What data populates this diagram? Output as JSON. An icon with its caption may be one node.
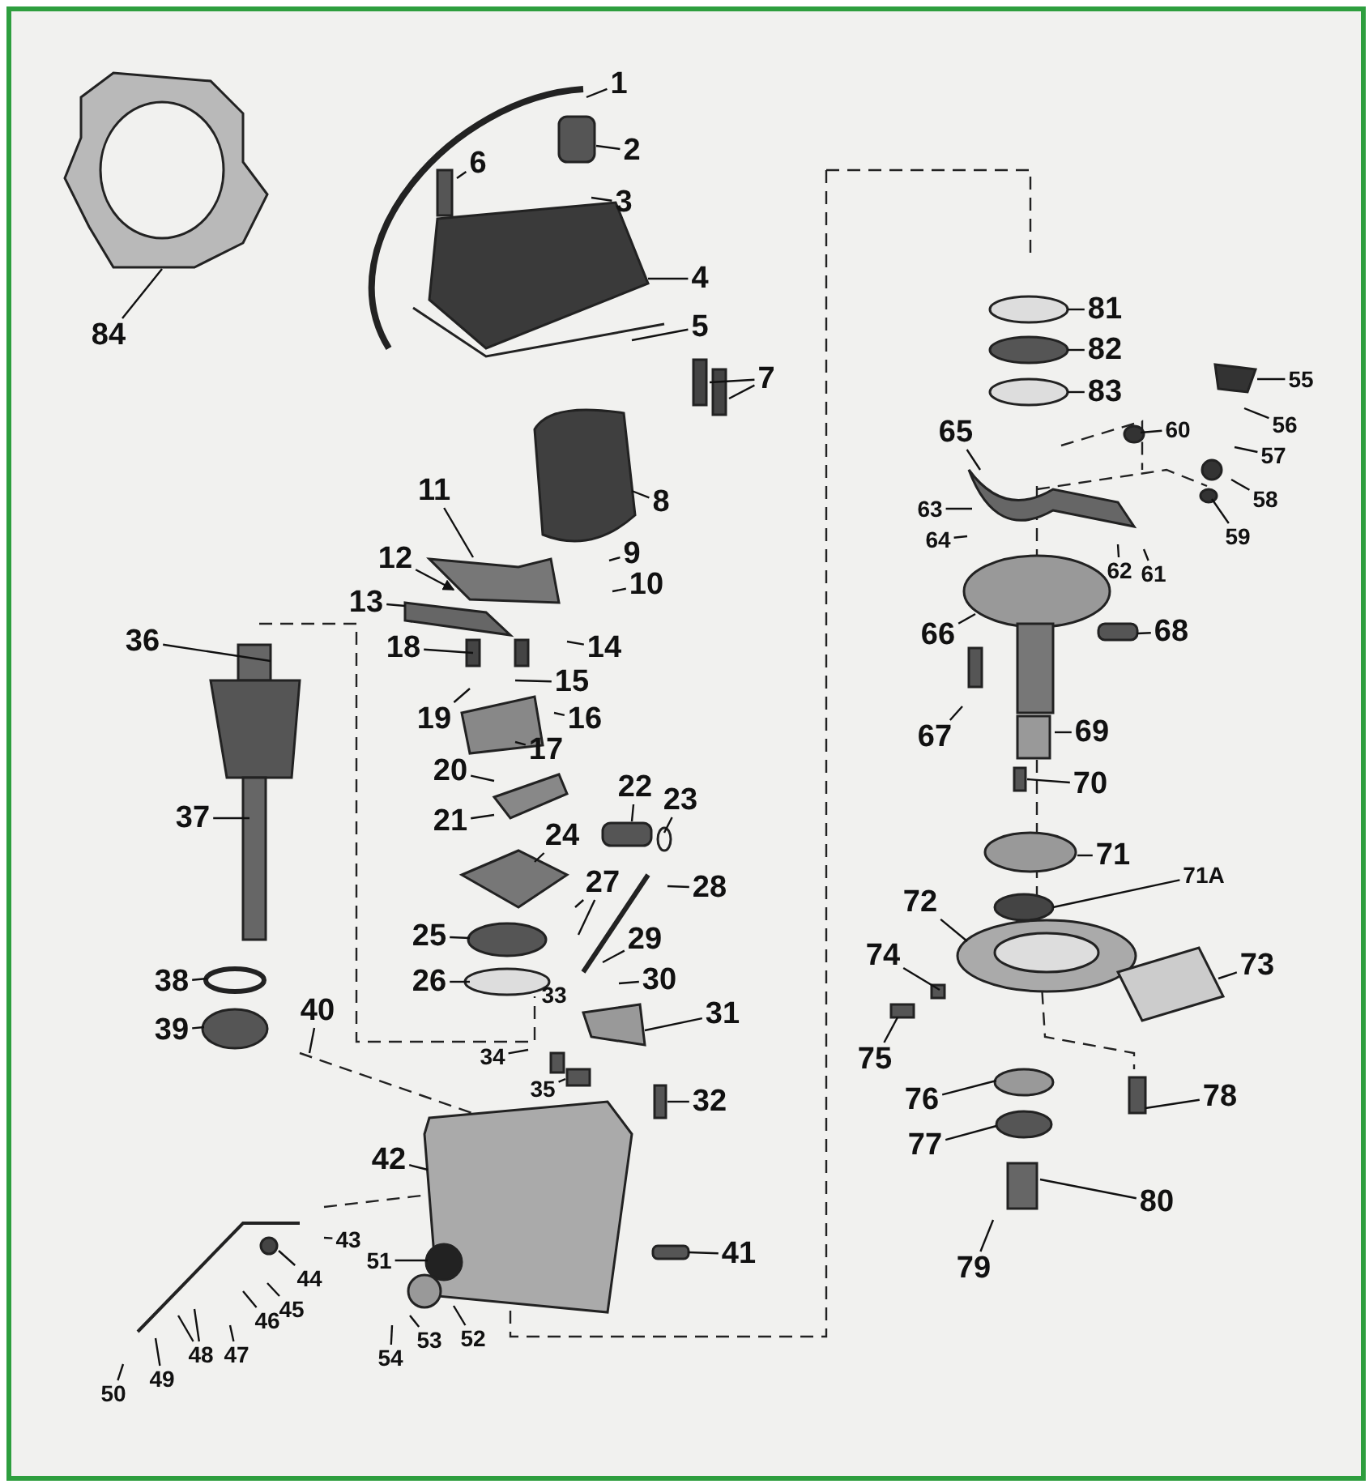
{
  "diagram": {
    "nodes": [
      {
        "text": [
          "1"
        ]
      },
      {
        "text": [
          "2"
        ]
      },
      {
        "text": [
          "3"
        ]
      },
      {
        "text": [
          "4"
        ]
      },
      {
        "text": [
          "5"
        ]
      },
      {
        "text": [
          "6"
        ]
      },
      {
        "text": [
          "7"
        ]
      },
      {
        "text": [
          "8"
        ]
      },
      {
        "text": [
          "9"
        ]
      },
      {
        "text": [
          "10"
        ]
      },
      {
        "text": [
          "11"
        ]
      },
      {
        "text": [
          "12"
        ]
      },
      {
        "text": [
          "13"
        ]
      },
      {
        "text": [
          "14"
        ]
      },
      {
        "text": [
          "15"
        ]
      },
      {
        "text": [
          "16"
        ]
      },
      {
        "text": [
          "17"
        ]
      },
      {
        "text": [
          "18"
        ]
      },
      {
        "text": [
          "19"
        ]
      },
      {
        "text": [
          "20"
        ]
      },
      {
        "text": [
          "21"
        ]
      },
      {
        "text": [
          "22"
        ]
      },
      {
        "text": [
          "23"
        ]
      },
      {
        "text": [
          "24"
        ]
      },
      {
        "text": [
          "25"
        ]
      },
      {
        "text": [
          "26"
        ]
      },
      {
        "text": [
          "27"
        ]
      },
      {
        "text": [
          "28"
        ]
      },
      {
        "text": [
          "29"
        ]
      },
      {
        "text": [
          "30"
        ]
      },
      {
        "text": [
          "31"
        ]
      },
      {
        "text": [
          "32"
        ]
      },
      {
        "text": [
          "34"
        ]
      },
      {
        "text": [
          "35"
        ]
      },
      {
        "text": [
          "36"
        ]
      },
      {
        "text": [
          "37"
        ]
      },
      {
        "text": [
          "38"
        ]
      },
      {
        "text": [
          "39"
        ]
      },
      {
        "text": [
          "40"
        ]
      },
      {
        "text": [
          "41"
        ]
      },
      {
        "text": [
          "42"
        ]
      },
      {
        "text": [
          "43"
        ]
      },
      {
        "text": [
          "44"
        ]
      },
      {
        "text": [
          "45"
        ]
      },
      {
        "text": [
          "46"
        ]
      },
      {
        "text": [
          "47"
        ]
      },
      {
        "text": [
          "48"
        ]
      },
      {
        "text": [
          "49"
        ]
      },
      {
        "text": [
          "50"
        ]
      },
      {
        "text": [
          "51"
        ]
      },
      {
        "text": [
          "52"
        ]
      },
      {
        "text": [
          "53"
        ]
      },
      {
        "text": [
          "54"
        ]
      },
      {
        "text": [
          "55"
        ]
      },
      {
        "text": [
          "56"
        ]
      },
      {
        "text": [
          "57"
        ]
      },
      {
        "text": [
          "58"
        ]
      },
      {
        "text": [
          "59"
        ]
      },
      {
        "text": [
          "60"
        ]
      },
      {
        "text": [
          "61"
        ]
      },
      {
        "text": [
          "62"
        ]
      },
      {
        "text": [
          "63"
        ]
      },
      {
        "text": [
          "64"
        ]
      },
      {
        "text": [
          "65"
        ]
      },
      {
        "text": [
          "66"
        ]
      },
      {
        "text": [
          "67"
        ]
      },
      {
        "text": [
          "68"
        ]
      },
      {
        "text": [
          "69"
        ]
      },
      {
        "text": [
          "70"
        ]
      },
      {
        "text": [
          "71"
        ]
      },
      {
        "text": [
          "71A"
        ]
      },
      {
        "text": [
          "72"
        ]
      },
      {
        "text": [
          "73"
        ]
      },
      {
        "text": [
          "74"
        ]
      },
      {
        "text": [
          "75"
        ]
      },
      {
        "text": [
          "76"
        ]
      },
      {
        "text": [
          "77"
        ]
      },
      {
        "text": [
          "78"
        ]
      },
      {
        "text": [
          "79"
        ]
      },
      {
        "text": [
          "80"
        ]
      },
      {
        "text": [
          "81"
        ]
      },
      {
        "text": [
          "82"
        ]
      },
      {
        "text": [
          "83"
        ]
      },
      {
        "text": [
          "84"
        ]
      }
    ],
    "edges": [
      {
        "from": 0,
        "to": null,
        "arrow": "none"
      },
      {
        "from": 1,
        "to": null,
        "arrow": "none"
      },
      {
        "from": 2,
        "to": null,
        "arrow": "none"
      },
      {
        "from": 3,
        "to": null,
        "arrow": "none"
      },
      {
        "from": 4,
        "to": null,
        "arrow": "none"
      },
      {
        "from": 5,
        "to": null,
        "arrow": "none"
      },
      {
        "from": 6,
        "to": null,
        "arrow": "none"
      },
      {
        "from": 6,
        "to": null,
        "arrow": "none"
      },
      {
        "from": 7,
        "to": null,
        "arrow": "none"
      },
      {
        "from": 8,
        "to": null,
        "arrow": "none"
      },
      {
        "from": 9,
        "to": null,
        "arrow": "none"
      },
      {
        "from": 10,
        "to": null,
        "arrow": "none"
      },
      {
        "from": 11,
        "to": null,
        "arrow": "to"
      },
      {
        "from": 12,
        "to": null,
        "arrow": "none"
      },
      {
        "from": 13,
        "to": null,
        "arrow": "none"
      },
      {
        "from": 14,
        "to": null,
        "arrow": "none"
      },
      {
        "from": 15,
        "to": null,
        "arrow": "none"
      },
      {
        "from": 16,
        "to": null,
        "arrow": "none"
      },
      {
        "from": 17,
        "to": null,
        "arrow": "none"
      },
      {
        "from": 18,
        "to": null,
        "arrow": "none"
      },
      {
        "from": 19,
        "to": null,
        "arrow": "none"
      },
      {
        "from": 20,
        "to": null,
        "arrow": "none"
      },
      {
        "from": 21,
        "to": null,
        "arrow": "none"
      },
      {
        "from": 22,
        "to": null,
        "arrow": "none"
      },
      {
        "from": 23,
        "to": null,
        "arrow": "none"
      },
      {
        "from": 24,
        "to": null,
        "arrow": "none"
      },
      {
        "from": 25,
        "to": null,
        "arrow": "none"
      },
      {
        "from": 26,
        "to": null,
        "arrow": "none"
      },
      {
        "from": 26,
        "to": null,
        "arrow": "none"
      },
      {
        "from": 27,
        "to": null,
        "arrow": "none"
      },
      {
        "from": 28,
        "to": null,
        "arrow": "none"
      },
      {
        "from": 29,
        "to": null,
        "arrow": "none"
      },
      {
        "from": 30,
        "to": null,
        "arrow": "none"
      },
      {
        "from": 31,
        "to": null,
        "arrow": "none"
      },
      {
        "from": 32,
        "to": null,
        "arrow": "none"
      },
      {
        "from": 33,
        "to": null,
        "arrow": "none"
      },
      {
        "from": 34,
        "to": null,
        "arrow": "none"
      },
      {
        "from": 35,
        "to": null,
        "arrow": "none"
      },
      {
        "from": 36,
        "to": null,
        "arrow": "none"
      },
      {
        "from": 37,
        "to": null,
        "arrow": "none"
      },
      {
        "from": 38,
        "to": null,
        "arrow": "none"
      },
      {
        "from": 39,
        "to": null,
        "arrow": "none"
      },
      {
        "from": 40,
        "to": null,
        "arrow": "none"
      },
      {
        "from": 41,
        "to": null,
        "arrow": "none"
      },
      {
        "from": 42,
        "to": null,
        "arrow": "none"
      },
      {
        "from": 43,
        "to": null,
        "arrow": "none"
      },
      {
        "from": 44,
        "to": null,
        "arrow": "none"
      },
      {
        "from": 45,
        "to": null,
        "arrow": "none"
      },
      {
        "from": 46,
        "to": null,
        "arrow": "none"
      },
      {
        "from": 46,
        "to": null,
        "arrow": "none"
      },
      {
        "from": 47,
        "to": null,
        "arrow": "none"
      },
      {
        "from": 48,
        "to": null,
        "arrow": "none"
      },
      {
        "from": 49,
        "to": null,
        "arrow": "none"
      },
      {
        "from": 50,
        "to": null,
        "arrow": "none"
      },
      {
        "from": 51,
        "to": null,
        "arrow": "none"
      },
      {
        "from": 52,
        "to": null,
        "arrow": "none"
      },
      {
        "from": 53,
        "to": null,
        "arrow": "none"
      },
      {
        "from": 54,
        "to": null,
        "arrow": "none"
      },
      {
        "from": 55,
        "to": null,
        "arrow": "none"
      },
      {
        "from": 56,
        "to": null,
        "arrow": "none"
      },
      {
        "from": 57,
        "to": null,
        "arrow": "none"
      },
      {
        "from": 58,
        "to": null,
        "arrow": "none"
      },
      {
        "from": 59,
        "to": null,
        "arrow": "none"
      },
      {
        "from": 60,
        "to": null,
        "arrow": "none"
      },
      {
        "from": 61,
        "to": null,
        "arrow": "none"
      },
      {
        "from": 62,
        "to": null,
        "arrow": "none"
      },
      {
        "from": 63,
        "to": null,
        "arrow": "none"
      },
      {
        "from": 64,
        "to": null,
        "arrow": "none"
      },
      {
        "from": 65,
        "to": null,
        "arrow": "none"
      },
      {
        "from": 66,
        "to": null,
        "arrow": "none"
      },
      {
        "from": 67,
        "to": null,
        "arrow": "none"
      },
      {
        "from": 68,
        "to": null,
        "arrow": "none"
      },
      {
        "from": 69,
        "to": null,
        "arrow": "none"
      },
      {
        "from": 70,
        "to": null,
        "arrow": "none"
      },
      {
        "from": 71,
        "to": null,
        "arrow": "none"
      },
      {
        "from": 72,
        "to": null,
        "arrow": "none"
      },
      {
        "from": 73,
        "to": null,
        "arrow": "none"
      },
      {
        "from": 74,
        "to": null,
        "arrow": "none"
      },
      {
        "from": 75,
        "to": null,
        "arrow": "none"
      },
      {
        "from": 76,
        "to": null,
        "arrow": "none"
      },
      {
        "from": 77,
        "to": null,
        "arrow": "none"
      },
      {
        "from": 78,
        "to": null,
        "arrow": "none"
      },
      {
        "from": 79,
        "to": null,
        "arrow": "none"
      },
      {
        "from": 80,
        "to": null,
        "arrow": "none"
      },
      {
        "from": 81,
        "to": null,
        "arrow": "none"
      },
      {
        "from": 82,
        "to": null,
        "arrow": "none"
      },
      {
        "from": 83,
        "to": null,
        "arrow": "none"
      }
    ],
    "labels": [
      "33"
    ]
  }
}
